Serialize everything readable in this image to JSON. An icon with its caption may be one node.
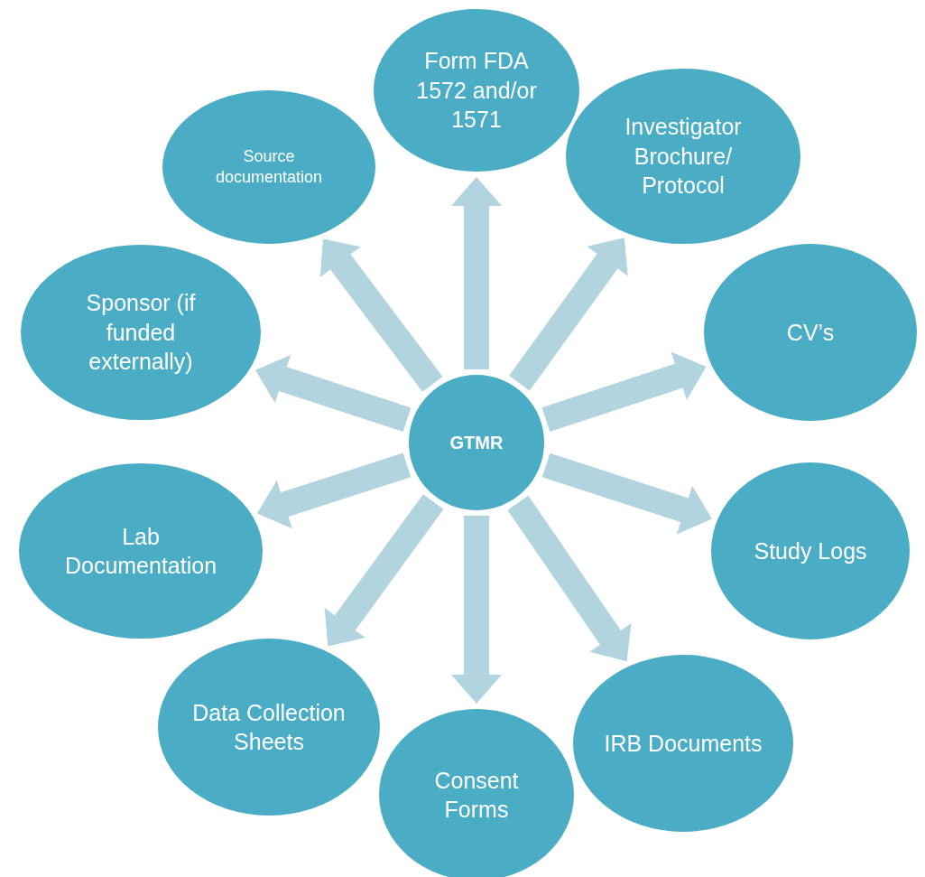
{
  "diagram": {
    "nodes": [
      {
        "text": [
          "GTMR"
        ]
      },
      {
        "text": [
          "Form FDA 1572 and/or 1571"
        ]
      },
      {
        "text": [
          "Source documentation"
        ]
      },
      {
        "text": [
          "Investigator Brochure/ Protocol"
        ]
      },
      {
        "text": [
          "Sponsor (if funded externally)"
        ]
      },
      {
        "text": [
          "CV’s"
        ]
      },
      {
        "text": [
          "Lab Documentation"
        ]
      },
      {
        "text": [
          "Study Logs"
        ]
      },
      {
        "text": [
          "Data Collection Sheets"
        ]
      },
      {
        "text": [
          "IRB Documents"
        ]
      },
      {
        "text": [
          "Consent Forms"
        ]
      }
    ],
    "edges": [
      {
        "from": 0,
        "to": 1,
        "arrow": "to"
      },
      {
        "from": 0,
        "to": 2,
        "arrow": "to"
      },
      {
        "from": 0,
        "to": 3,
        "arrow": "to"
      },
      {
        "from": 0,
        "to": 4,
        "arrow": "to"
      },
      {
        "from": 0,
        "to": 5,
        "arrow": "to"
      },
      {
        "from": 0,
        "to": 6,
        "arrow": "to"
      },
      {
        "from": 0,
        "to": 7,
        "arrow": "to"
      },
      {
        "from": 0,
        "to": 8,
        "arrow": "to"
      },
      {
        "from": 0,
        "to": 9,
        "arrow": "to"
      },
      {
        "from": 0,
        "to": 10,
        "arrow": "to"
      }
    ]
  }
}
